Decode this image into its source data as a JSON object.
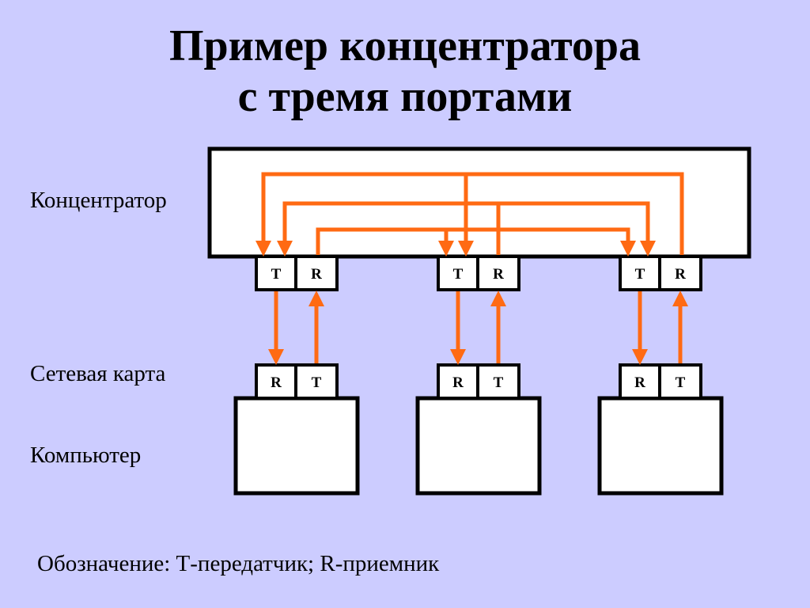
{
  "title": {
    "line1": "Пример концентратора",
    "line2": "с тремя портами"
  },
  "labels": {
    "hub": "Концентратор",
    "nic": "Сетевая карта",
    "computer": "Компьютер"
  },
  "legend": "Обозначение: Т-передатчик; R-приемник",
  "ports": {
    "hub": [
      {
        "t": "T",
        "r": "R"
      },
      {
        "t": "T",
        "r": "R"
      },
      {
        "t": "T",
        "r": "R"
      }
    ],
    "nic": [
      {
        "r": "R",
        "t": "T"
      },
      {
        "r": "R",
        "t": "T"
      },
      {
        "r": "R",
        "t": "T"
      }
    ]
  },
  "colors": {
    "background": "#ccccff",
    "arrow": "#ff6a13",
    "outline": "#000000",
    "fill": "#ffffff"
  }
}
